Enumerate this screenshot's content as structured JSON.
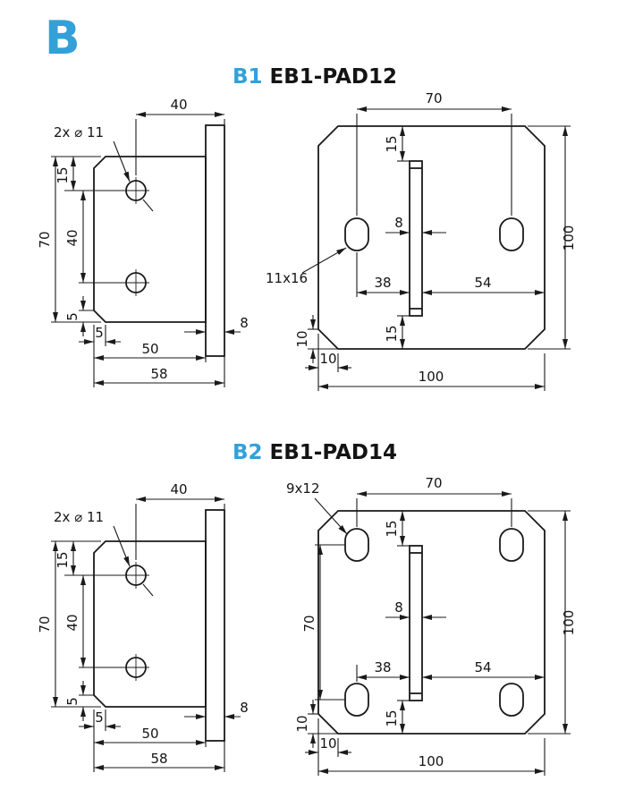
{
  "page": {
    "letter": "B"
  },
  "colors": {
    "accent": "#33A0D8",
    "ink": "#1a1a1a"
  },
  "sections": {
    "b1": {
      "code": "B1",
      "name": "EB1-PAD12",
      "side": {
        "top_width": "40",
        "holes": "2x ⌀ 11",
        "d15": "15",
        "d70": "70",
        "d40": "40",
        "d5v": "5",
        "d5h": "5",
        "d50": "50",
        "d58": "58",
        "d8": "8"
      },
      "front": {
        "slot": "11x16",
        "top70": "70",
        "t15": "15",
        "rib8": "8",
        "d38": "38",
        "d54": "54",
        "b15": "15",
        "h100": "100",
        "c10v": "10",
        "c10h": "10",
        "w100": "100"
      }
    },
    "b2": {
      "code": "B2",
      "name": "EB1-PAD14",
      "side": {
        "top_width": "40",
        "holes": "2x ⌀ 11",
        "d15": "15",
        "d70": "70",
        "d40": "40",
        "d5v": "5",
        "d5h": "5",
        "d50": "50",
        "d58": "58",
        "d8": "8"
      },
      "front": {
        "slot": "9x12",
        "top70": "70",
        "t15": "15",
        "rib8": "8",
        "left70": "70",
        "d38": "38",
        "d54": "54",
        "b15": "15",
        "h100": "100",
        "c10v": "10",
        "c10h": "10",
        "w100": "100"
      }
    }
  }
}
